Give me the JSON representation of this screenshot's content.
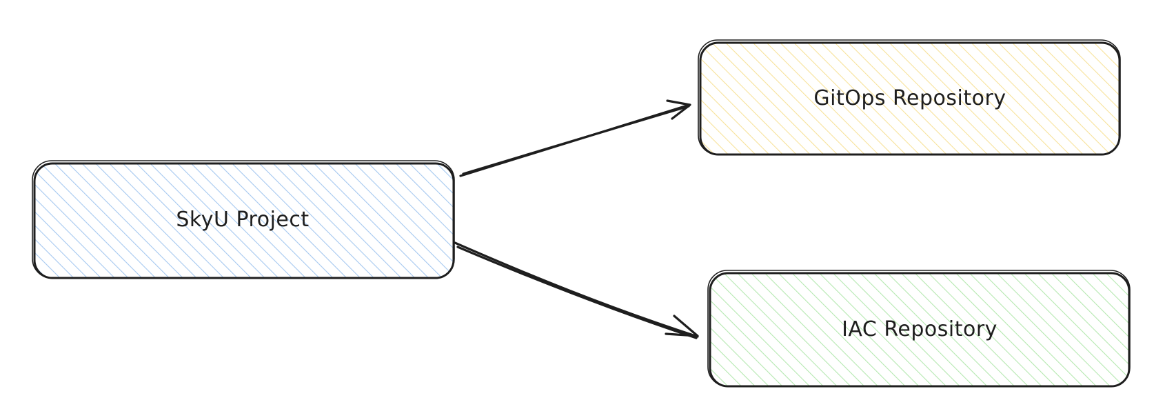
{
  "diagram": {
    "nodes": [
      {
        "id": "skyu-project",
        "label": "SkyU Project",
        "fill": "#a5c8f0"
      },
      {
        "id": "gitops-repository",
        "label": "GitOps Repository",
        "fill": "#f7e29a"
      },
      {
        "id": "iac-repository",
        "label": "IAC Repository",
        "fill": "#b5e8b0"
      }
    ],
    "edges": [
      {
        "from": "skyu-project",
        "to": "gitops-repository"
      },
      {
        "from": "skyu-project",
        "to": "iac-repository"
      }
    ],
    "stroke_color": "#1e1e1e"
  }
}
